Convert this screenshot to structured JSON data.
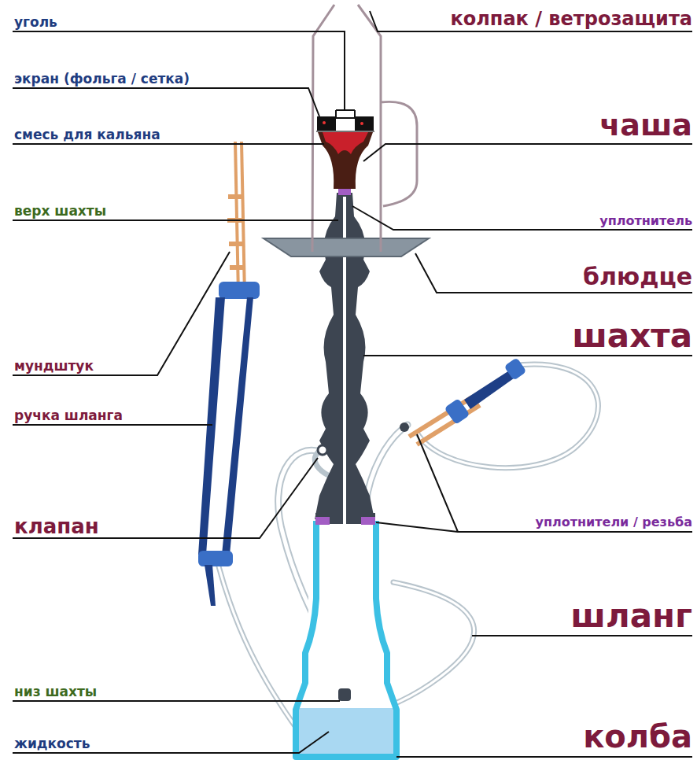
{
  "diagram": {
    "labels": [
      "уголь",
      "колпак / ветрозащита",
      "экран (фольга / сетка)",
      "чаша",
      "смесь для кальяна",
      "верх шахты",
      "уплотнитель",
      "блюдце",
      "шахта",
      "мундштук",
      "ручка шланга",
      "клапан",
      "уплотнители / резьба",
      "шланг",
      "низ шахты",
      "колба",
      "жидкость"
    ]
  }
}
